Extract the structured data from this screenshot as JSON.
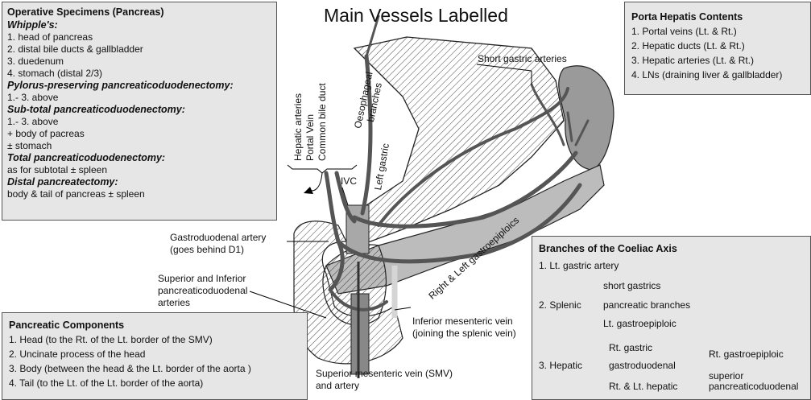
{
  "title": "Main Vessels Labelled",
  "specimens": {
    "heading": "Operative Specimens (Pancreas)",
    "whipple_heading": "Whipple's:",
    "whipple_items": [
      "1. head of pancreas",
      "2. distal bile ducts & gallbladder",
      "3. duedenum",
      "4. stomach (distal 2/3)"
    ],
    "pylorus_heading": "Pylorus-preserving pancreaticoduodenectomy:",
    "pylorus_items": [
      "1.- 3. above"
    ],
    "subtotal_heading": "Sub-total pancreaticoduodenectomy:",
    "subtotal_items": [
      "1.- 3. above",
      "+ body of pacreas",
      "± stomach"
    ],
    "total_heading": "Total pancreaticoduodenectomy:",
    "total_items": [
      "as for subtotal ± spleen"
    ],
    "distal_heading": "Distal pancreatectomy:",
    "distal_items": [
      "body & tail of pancreas ± spleen"
    ]
  },
  "porta": {
    "heading": "Porta Hepatis Contents",
    "items": [
      "1. Portal veins (Lt. & Rt.)",
      "2. Hepatic ducts (Lt. & Rt.)",
      "3. Hepatic arteries (Lt. & Rt.)",
      "4. LNs (draining liver & gallbladder)"
    ]
  },
  "components": {
    "heading": "Pancreatic Components",
    "items": [
      "1. Head (to the Rt. of the Lt. border of the SMV)",
      "2. Uncinate process of the head",
      "3. Body (between the head & the Lt. border of the aorta )",
      "4. Tail (to the Lt. of the Lt. border of the aorta)"
    ]
  },
  "coeliac": {
    "heading": "Branches of the Coeliac Axis",
    "lt_gastric": "1. Lt. gastric artery",
    "splenic": "2. Splenic",
    "splenic_branches": [
      "short gastrics",
      "pancreatic branches",
      "Lt. gastroepiploic"
    ],
    "hepatic": "3. Hepatic",
    "hepatic_branches": [
      "Rt. gastric",
      "gastroduodenal",
      "Rt. & Lt. hepatic"
    ],
    "gastroduodenal_branches": [
      "Rt. gastroepiploic",
      "superior",
      "pancreaticoduodenal"
    ]
  },
  "labels": {
    "hepatic_arteries": "Hepatic arteries",
    "portal_vein": "Portal Vein",
    "common_bile_duct": "Common bile duct",
    "oesophageal": "Oesophageal",
    "branches": "branches",
    "left_gastric": "Left gastric",
    "ivc": "IVC",
    "short_gastric": "Short gastric arteries",
    "gastroduodenal": "Gastroduodenal artery",
    "gastroduodenal_note": "(goes behind D1)",
    "sup_inf_1": "Superior and Inferior",
    "sup_inf_2": "pancreaticoduodenal",
    "sup_inf_3": "arteries",
    "right_left_gastroepiploics": "Right & Left gastroepiploics",
    "imv_1": "Inferior mesenteric vein",
    "imv_2": "(joining the splenic vein)",
    "smv_1": "Superior mesenteric vein (SMV)",
    "smv_2": "and artery"
  }
}
